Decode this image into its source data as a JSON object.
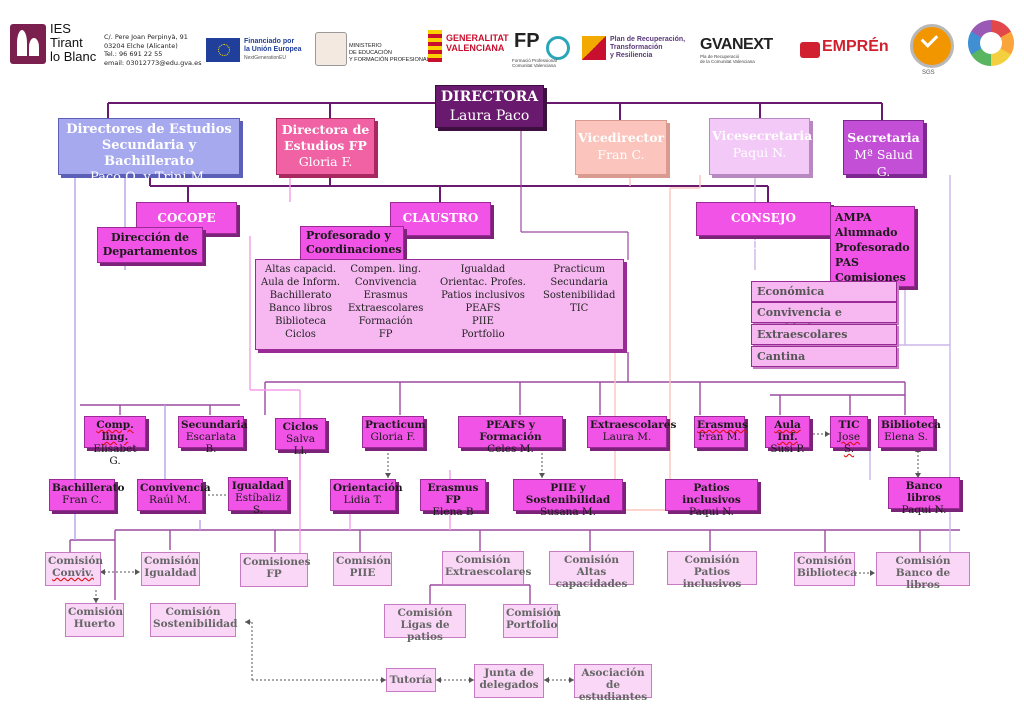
{
  "header": {
    "school_name_lines": [
      "IES",
      "Tirant",
      "lo Blanc"
    ],
    "address_lines": [
      "C/. Pere Joan Perpinyà, 91",
      "03204 Elche (Alicante)",
      "Tel.: 96 691 22 55",
      "email: 03012773@edu.gva.es"
    ],
    "eu_text_lines": [
      "Financiado por",
      "la Unión Europea"
    ],
    "eu_sub": "NextGenerationEU",
    "ministry_lines": [
      "MINISTERIO",
      "DE EDUCACIÓN",
      "Y FORMACIÓN PROFESIONAL"
    ],
    "gv_lines": [
      "GENERALITAT",
      "VALENCIANA"
    ],
    "fp_logo": "FP",
    "fp_sub_lines": [
      "Formació Professional",
      "Comunitat Valenciana"
    ],
    "prtr_lines": [
      "Plan de Recuperación,",
      "Transformación",
      "y Resiliencia"
    ],
    "gvanext": "GVANEXT",
    "gvanext_sub_lines": [
      "Pla de Recuperació",
      "de la Comunitat Valenciana"
    ],
    "empren": "EMPRÉn",
    "sgs_text": "SGS"
  },
  "boxes": {
    "directora_title": "DIRECTORA",
    "directora_name": "Laura Paco",
    "dir_estudios_title_1": "Directores de Estudios",
    "dir_estudios_title_2": "Secundaria y Bachillerato",
    "dir_estudios_name": "Paco Q. y Trini M.",
    "dir_fp_title_1": "Directora de",
    "dir_fp_title_2": "Estudios FP",
    "dir_fp_name": "Gloria F.",
    "vicedirector_title": "Vicedirector",
    "vicedirector_name": "Fran C.",
    "vicesecretaria_title": "Vicesecretaria",
    "vicesecretaria_name": "Paqui N.",
    "secretaria_title": "Secretaria",
    "secretaria_name": "Mª Salud G.",
    "cocope": "COCOPE",
    "claustro": "CLAUSTRO",
    "consejo": "CONSEJO ESCOLAR",
    "direccion_dep_1": "Dirección de",
    "direccion_dep_2": "Departamentos",
    "profesorado_1": "Profesorado y",
    "profesorado_2": "Coordinaciones",
    "ampa_lines": [
      "AMPA",
      "Alumnado",
      "Profesorado",
      "PAS",
      "Comisiones"
    ],
    "consejo_items": [
      "Económica",
      "Convivencia e Igualdad",
      "Extraescolares",
      "Cantina"
    ]
  },
  "coordinaciones": {
    "col1": [
      "Altas capacid.",
      "Aula de Inform.",
      "Bachillerato",
      "Banco libros",
      "Biblioteca",
      "Ciclos"
    ],
    "col2": [
      "Compen. ling.",
      "Convivencia",
      "Erasmus",
      "Extraescolares",
      "Formación",
      "FP"
    ],
    "col3": [
      "Igualdad",
      "Orientac. Profes.",
      "Patios inclusivos",
      "PEAFS",
      "PIIE",
      "Portfolio"
    ],
    "col4": [
      "Practicum",
      "Secundaria",
      "Sostenibilidad",
      "TIC"
    ]
  },
  "coordinators_row1": [
    {
      "title": "Comp. ling.",
      "name": "Elisabet G."
    },
    {
      "title": "Secundaria",
      "name": "Escarlata B."
    },
    {
      "title": "Ciclos",
      "name": "Salva Ll."
    },
    {
      "title": "Practicum",
      "name": "Gloria F."
    },
    {
      "title": "PEAFS y Formación",
      "name": "Celes M."
    },
    {
      "title": "Extraescolares",
      "name": "Laura M."
    },
    {
      "title": "Erasmus",
      "name": "Fran M."
    },
    {
      "title": "Aula Inf.",
      "name": "Susi P."
    },
    {
      "title": "TIC",
      "name": "Jose S."
    },
    {
      "title": "Biblioteca",
      "name": "Elena S."
    }
  ],
  "coordinators_row2": [
    {
      "title": "Bachillerato",
      "name": "Fran C."
    },
    {
      "title": "Convivencia",
      "name": "Raúl M."
    },
    {
      "title": "Igualdad",
      "name": "Estíbaliz S."
    },
    {
      "title": "Orientación",
      "name": "Lidia T."
    },
    {
      "title": "Erasmus FP",
      "name": "Elena B"
    },
    {
      "title": "PIIE y Sostenibilidad",
      "name": "Susana M."
    },
    {
      "title": "Patios inclusivos",
      "name": "Paqui N."
    },
    {
      "title": "Banco libros",
      "name": "Paqui N."
    }
  ],
  "commissions": [
    [
      "Comisión",
      "Conviv."
    ],
    [
      "Comisión",
      "Igualdad"
    ],
    [
      "Comisiones",
      "FP"
    ],
    [
      "Comisión",
      "PIIE"
    ],
    [
      "Comisión",
      "Extraescolares"
    ],
    [
      "Comisión Altas",
      "capacidades"
    ],
    [
      "Comisión Patios",
      "inclusivos"
    ],
    [
      "Comisión",
      "Biblioteca"
    ],
    [
      "Comisión",
      "Banco de libros"
    ],
    [
      "Comisión",
      "Huerto"
    ],
    [
      "Comisión",
      "Sostenibilidad"
    ],
    [
      "Comisión",
      "Ligas de patios"
    ],
    [
      "Comisión",
      "Portfolio"
    ]
  ],
  "bottom": {
    "tutoria": "Tutoría",
    "junta_1": "Junta de",
    "junta_2": "delegados",
    "asoc_1": "Asociación de",
    "asoc_2": "estudiantes"
  },
  "colors": {
    "dark_purple": "#6a1a6e",
    "magenta": "#f153e6",
    "light_pink": "#f7b8f2",
    "lilac": "#a7a9ef",
    "salmon": "#fbc5bd",
    "line_lilac": "#b6a3e6",
    "line_pink": "#f59ee8"
  }
}
